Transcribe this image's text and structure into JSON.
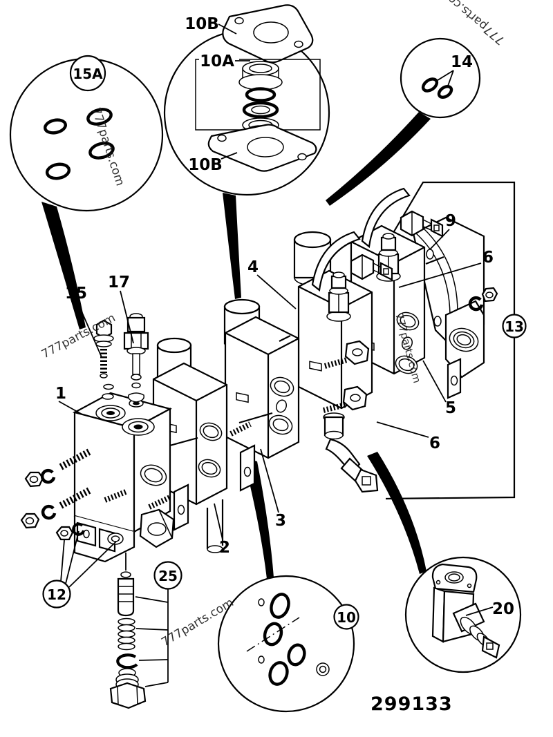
{
  "diagram": {
    "part_number": "299133",
    "watermark": "777parts.com",
    "colors": {
      "line": "#000000",
      "background": "#ffffff"
    },
    "callouts": {
      "n1": "1",
      "n2": "2",
      "n3": "3",
      "n4": "4",
      "n5": "5",
      "n6": "6",
      "n9": "9",
      "n10": "10",
      "n10A": "10A",
      "n10B": "10B",
      "n12": "12",
      "n13": "13",
      "n14": "14",
      "n15": "15",
      "n15A": "15A",
      "n17": "17",
      "n20": "20",
      "n25": "25"
    }
  }
}
